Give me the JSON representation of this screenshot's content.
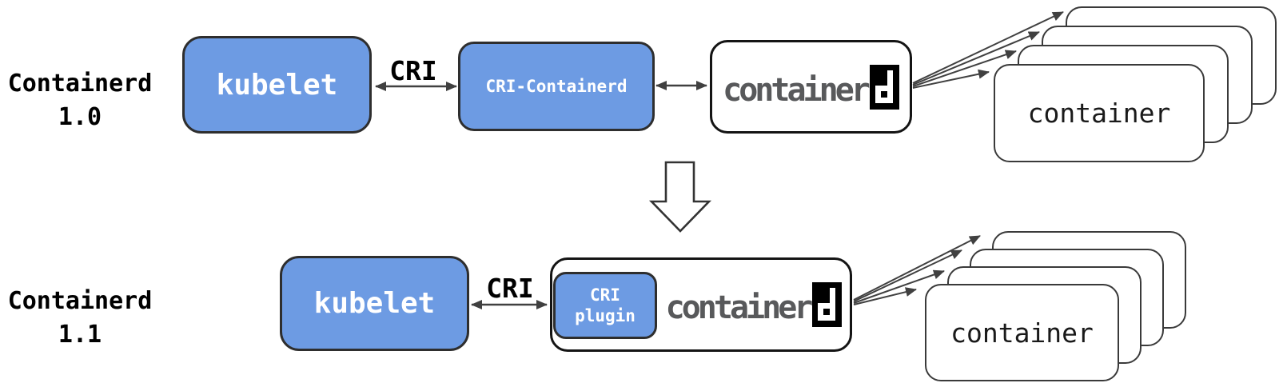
{
  "colors": {
    "box_blue": "#6D9BE3",
    "blue_box_border": "#2E2E2E",
    "white_box_border": "#141414",
    "stack_box_border": "#3A3A3A",
    "arrow": "#404040",
    "logo_gray": "#58595B",
    "logo_mark_bg": "#000000",
    "background": "#FFFFFF"
  },
  "row_1_0": {
    "version_label_line1": "Containerd",
    "version_label_line2": "1.0",
    "kubelet_label": "kubelet",
    "cri_link_label": "CRI",
    "cri_containerd_label": "CRI-Containerd",
    "containerd_logo_text": "container",
    "containerd_logo_letter": "d",
    "container_box_label": "container",
    "container_stack_count": 4
  },
  "row_1_1": {
    "version_label_line1": "Containerd",
    "version_label_line2": "1.1",
    "kubelet_label": "kubelet",
    "cri_link_label": "CRI",
    "cri_plugin_label_line1": "CRI",
    "cri_plugin_label_line2": "plugin",
    "containerd_logo_text": "container",
    "containerd_logo_letter": "d",
    "container_box_label": "container",
    "container_stack_count": 4
  }
}
